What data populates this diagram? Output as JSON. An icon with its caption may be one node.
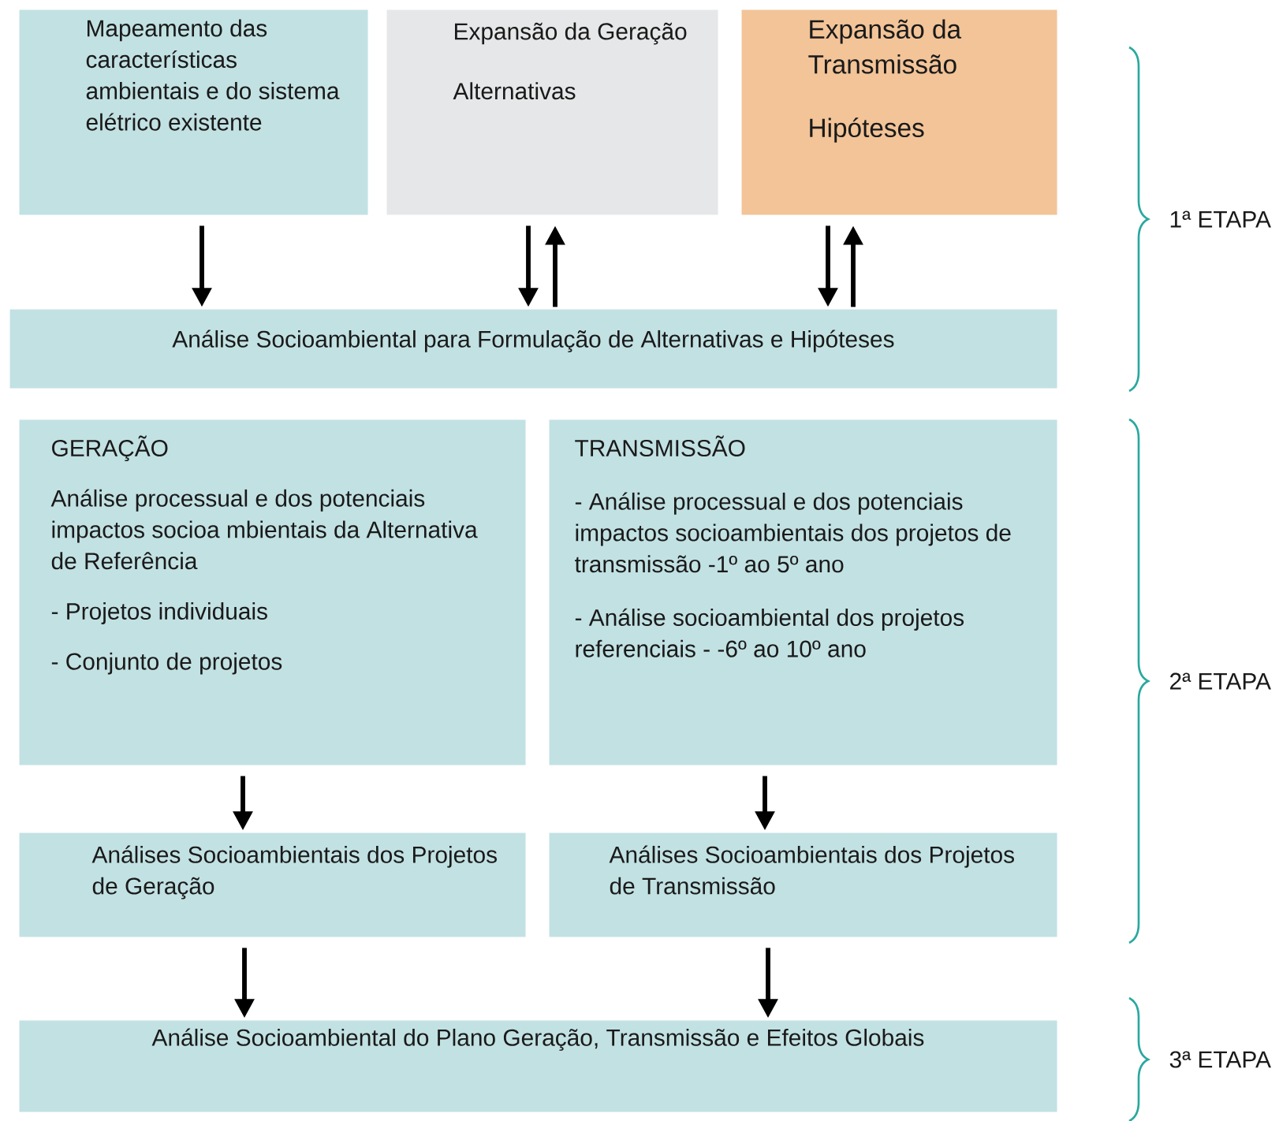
{
  "diagram": {
    "nodes": [
      {
        "text": [
          "Mapeamento das características ambientais e do sistema elétrico existente"
        ]
      },
      {
        "text": [
          "Expansão da Geração",
          "Alternativas"
        ]
      },
      {
        "text": [
          "Expansão da Transmissão",
          "Hipóteses"
        ]
      },
      {
        "text": [
          "Análise Socioambiental para Formulação de Alternativas e Hipóteses"
        ]
      },
      {
        "text": [
          "GERAÇÃO",
          "Análise processual e dos potenciais impactos socioa mbientais da Alternativa de Referência",
          "- Projetos individuais",
          "- Conjunto de projetos"
        ]
      },
      {
        "text": [
          "TRANSMISSÃO",
          "- Análise processual e dos potenciais impactos socioambientais dos projetos de transmissão -1º ao 5º ano",
          "- Análise socioambiental dos projetos referenciais - -6º ao 10º ano"
        ]
      },
      {
        "text": [
          "Análises Socioambientais dos Projetos de Geração"
        ]
      },
      {
        "text": [
          "Análises Socioambientais dos Projetos de Transmissão"
        ]
      },
      {
        "text": [
          "Análise Socioambiental do Plano Geração, Transmissão e Efeitos Globais"
        ]
      }
    ],
    "edges": [
      {
        "from": 0,
        "to": 3,
        "arrow": "to"
      },
      {
        "from": 1,
        "to": 3,
        "arrow": "to"
      },
      {
        "from": 3,
        "to": 1,
        "arrow": "to"
      },
      {
        "from": 2,
        "to": 3,
        "arrow": "to"
      },
      {
        "from": 3,
        "to": 2,
        "arrow": "to"
      },
      {
        "from": 4,
        "to": 6,
        "arrow": "to"
      },
      {
        "from": 5,
        "to": 7,
        "arrow": "to"
      },
      {
        "from": 6,
        "to": 8,
        "arrow": "to"
      },
      {
        "from": 7,
        "to": 8,
        "arrow": "to"
      }
    ],
    "labels": [
      "1ª ETAPA",
      "2ª ETAPA",
      "3ª ETAPA"
    ]
  }
}
